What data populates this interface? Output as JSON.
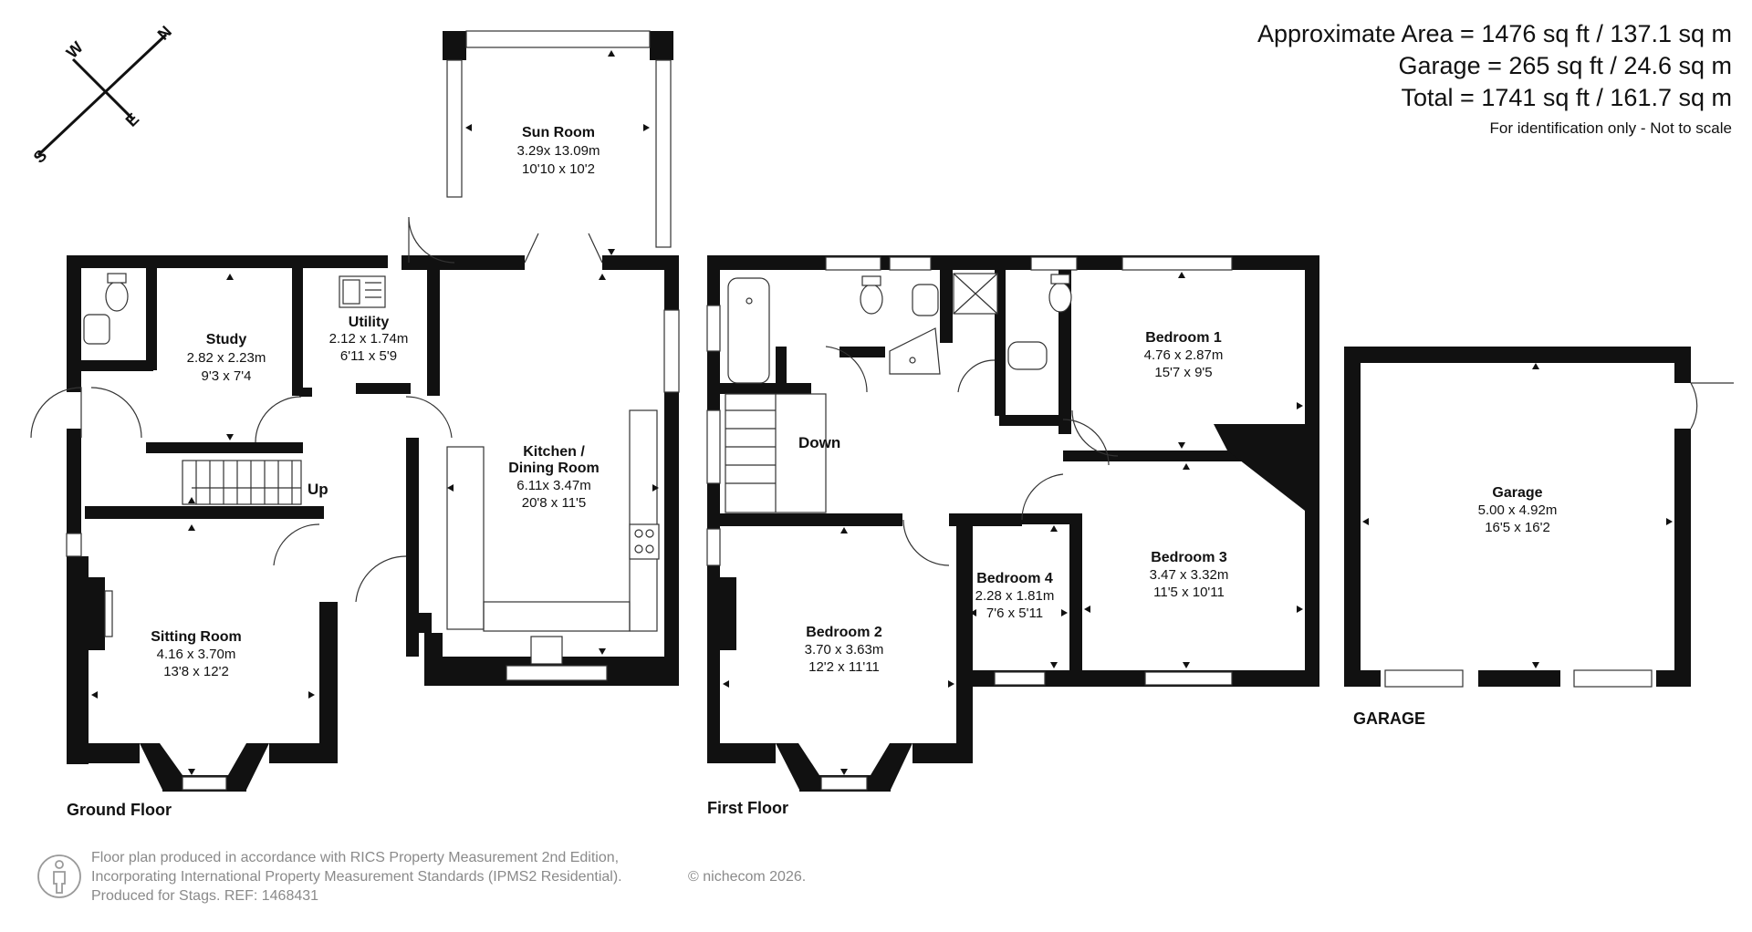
{
  "area_summary": {
    "approx_area": "Approximate Area = 1476 sq ft / 137.1 sq m",
    "garage_area": "Garage = 265 sq ft / 24.6 sq m",
    "total_area": "Total = 1741 sq ft / 161.7 sq m",
    "note": "For identification only - Not to scale"
  },
  "compass": {
    "north": "N",
    "south": "S",
    "east": "E",
    "west": "W"
  },
  "floors": {
    "ground": "Ground Floor",
    "first": "First Floor",
    "garage": "GARAGE"
  },
  "stairs": {
    "up": "Up",
    "down": "Down"
  },
  "rooms": {
    "sun_room": {
      "name": "Sun Room",
      "metric": "3.29x 13.09m",
      "imperial": "10'10 x 10'2"
    },
    "study": {
      "name": "Study",
      "metric": "2.82 x 2.23m",
      "imperial": "9'3 x 7'4"
    },
    "utility": {
      "name": "Utility",
      "metric": "2.12 x 1.74m",
      "imperial": "6'11 x 5'9"
    },
    "kitchen": {
      "name_line1": "Kitchen /",
      "name_line2": "Dining Room",
      "metric": "6.11x 3.47m",
      "imperial": "20'8 x 11'5"
    },
    "sitting": {
      "name": "Sitting Room",
      "metric": "4.16 x 3.70m",
      "imperial": "13'8 x 12'2"
    },
    "bedroom1": {
      "name": "Bedroom 1",
      "metric": "4.76 x 2.87m",
      "imperial": "15'7 x 9'5"
    },
    "bedroom2": {
      "name": "Bedroom 2",
      "metric": "3.70 x 3.63m",
      "imperial": "12'2 x 11'11"
    },
    "bedroom3": {
      "name": "Bedroom 3",
      "metric": "3.47 x 3.32m",
      "imperial": "11'5 x 10'11"
    },
    "bedroom4": {
      "name": "Bedroom 4",
      "metric": "2.28 x 1.81m",
      "imperial": "7'6 x 5'11"
    },
    "garage": {
      "name": "Garage",
      "metric": "5.00 x 4.92m",
      "imperial": "16'5 x 16'2"
    }
  },
  "footer": {
    "line1": "Floor plan produced in accordance with RICS Property Measurement 2nd Edition,",
    "line2": "Incorporating International Property Measurement Standards (IPMS2 Residential).",
    "line3": "Produced for Stags.   REF: 1468431",
    "copyright": "© nichecom 2026."
  },
  "colors": {
    "wall": "#111111",
    "footer_text": "#8a8a8a",
    "background": "#ffffff"
  },
  "icons": [
    "person-icon",
    "compass-icon",
    "toilet-icon",
    "basin-icon",
    "sink-icon",
    "hob-icon",
    "bath-icon",
    "shower-icon"
  ]
}
